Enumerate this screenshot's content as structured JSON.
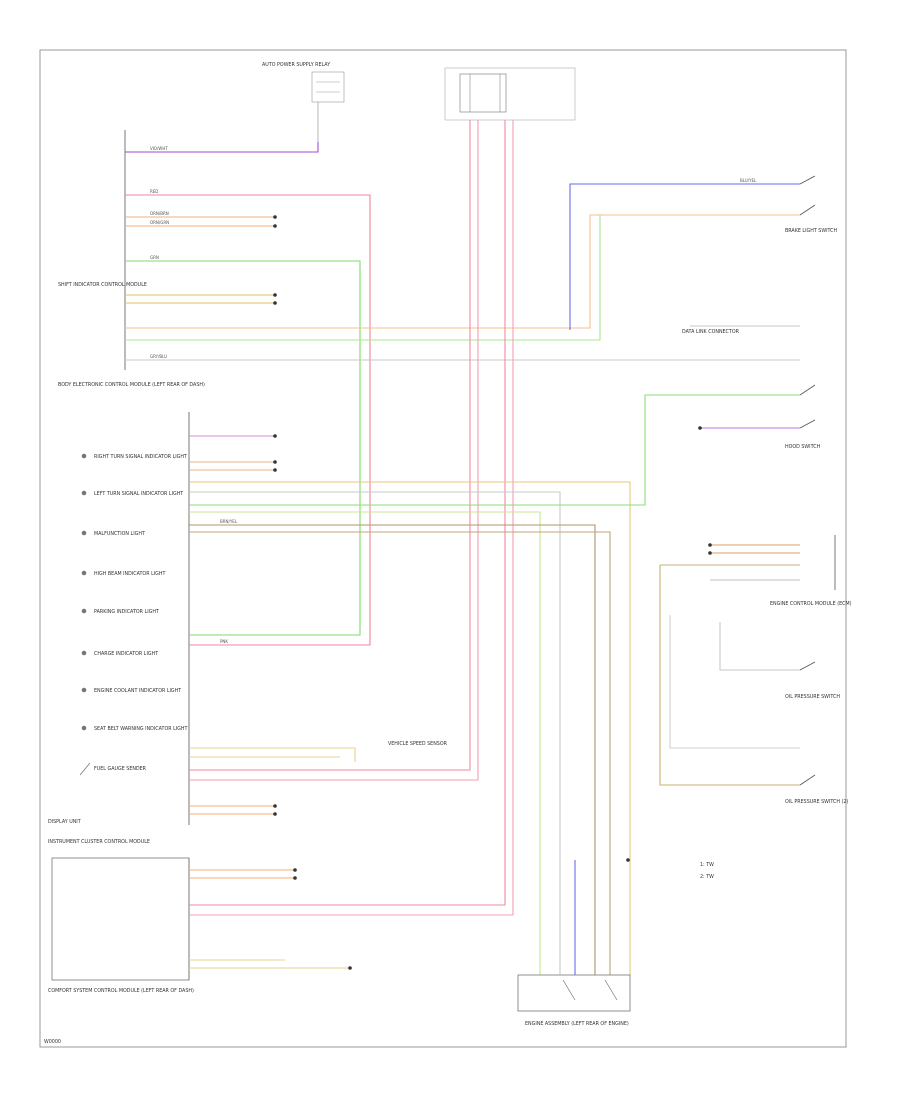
{
  "components": {
    "auto_power_supply": {
      "label": "AUTO POWER SUPPLY RELAY"
    },
    "body_module": {
      "label": "BODY ELECTRONIC CONTROL MODULE (LEFT REAR OF DASH)"
    },
    "upper_module": {
      "label": "SHIFT INDICATOR CONTROL MODULE"
    },
    "instrument_cluster": {
      "label": "INSTRUMENT CLUSTER CONTROL MODULE"
    },
    "display_unit": {
      "label": "DISPLAY UNIT"
    },
    "comfort_module": {
      "label": "COMFORT SYSTEM CONTROL MODULE (LEFT REAR OF DASH)"
    },
    "engine_control": {
      "label": "ENGINE CONTROL MODULE (ECM)"
    },
    "brake_switch": {
      "label": "BRAKE LIGHT SWITCH"
    },
    "oil_pressure_switch": {
      "label": "OIL PRESSURE SWITCH"
    },
    "oil_pressure_switch2": {
      "label": "OIL PRESSURE SWITCH (2)"
    },
    "hood_switch": {
      "label": "HOOD SWITCH"
    },
    "data_link": {
      "label": "DATA LINK CONNECTOR"
    },
    "speedometer_sensor": {
      "label": "VEHICLE SPEED SENSOR"
    },
    "engine_assembly": {
      "label": "ENGINE ASSEMBLY (LEFT REAR OF ENGINE)"
    }
  },
  "indicators": [
    {
      "label": "RIGHT TURN SIGNAL INDICATOR LIGHT"
    },
    {
      "label": "LEFT TURN SIGNAL INDICATOR LIGHT"
    },
    {
      "label": "MALFUNCTION LIGHT"
    },
    {
      "label": "HIGH BEAM INDICATOR LIGHT"
    },
    {
      "label": "PARKING INDICATOR LIGHT"
    },
    {
      "label": "CHARGE INDICATOR LIGHT"
    },
    {
      "label": "ENGINE COOLANT INDICATOR LIGHT"
    },
    {
      "label": "SEAT BELT WARNING INDICATOR LIGHT"
    },
    {
      "label": "FUEL GAUGE SENDER"
    }
  ],
  "wire_labels": {
    "violet": "VIO/WHT",
    "red": "RED",
    "orange1": "ORN/BRN",
    "orange2": "ORN/GRN",
    "green": "GRN",
    "blue": "BLU/YEL",
    "brown": "BRN/YEL",
    "gray": "GRY/BLU",
    "pink": "PNK"
  },
  "legend": [
    {
      "label": "1: TW"
    },
    {
      "label": "2: TW"
    }
  ],
  "footer_code": "W0000"
}
